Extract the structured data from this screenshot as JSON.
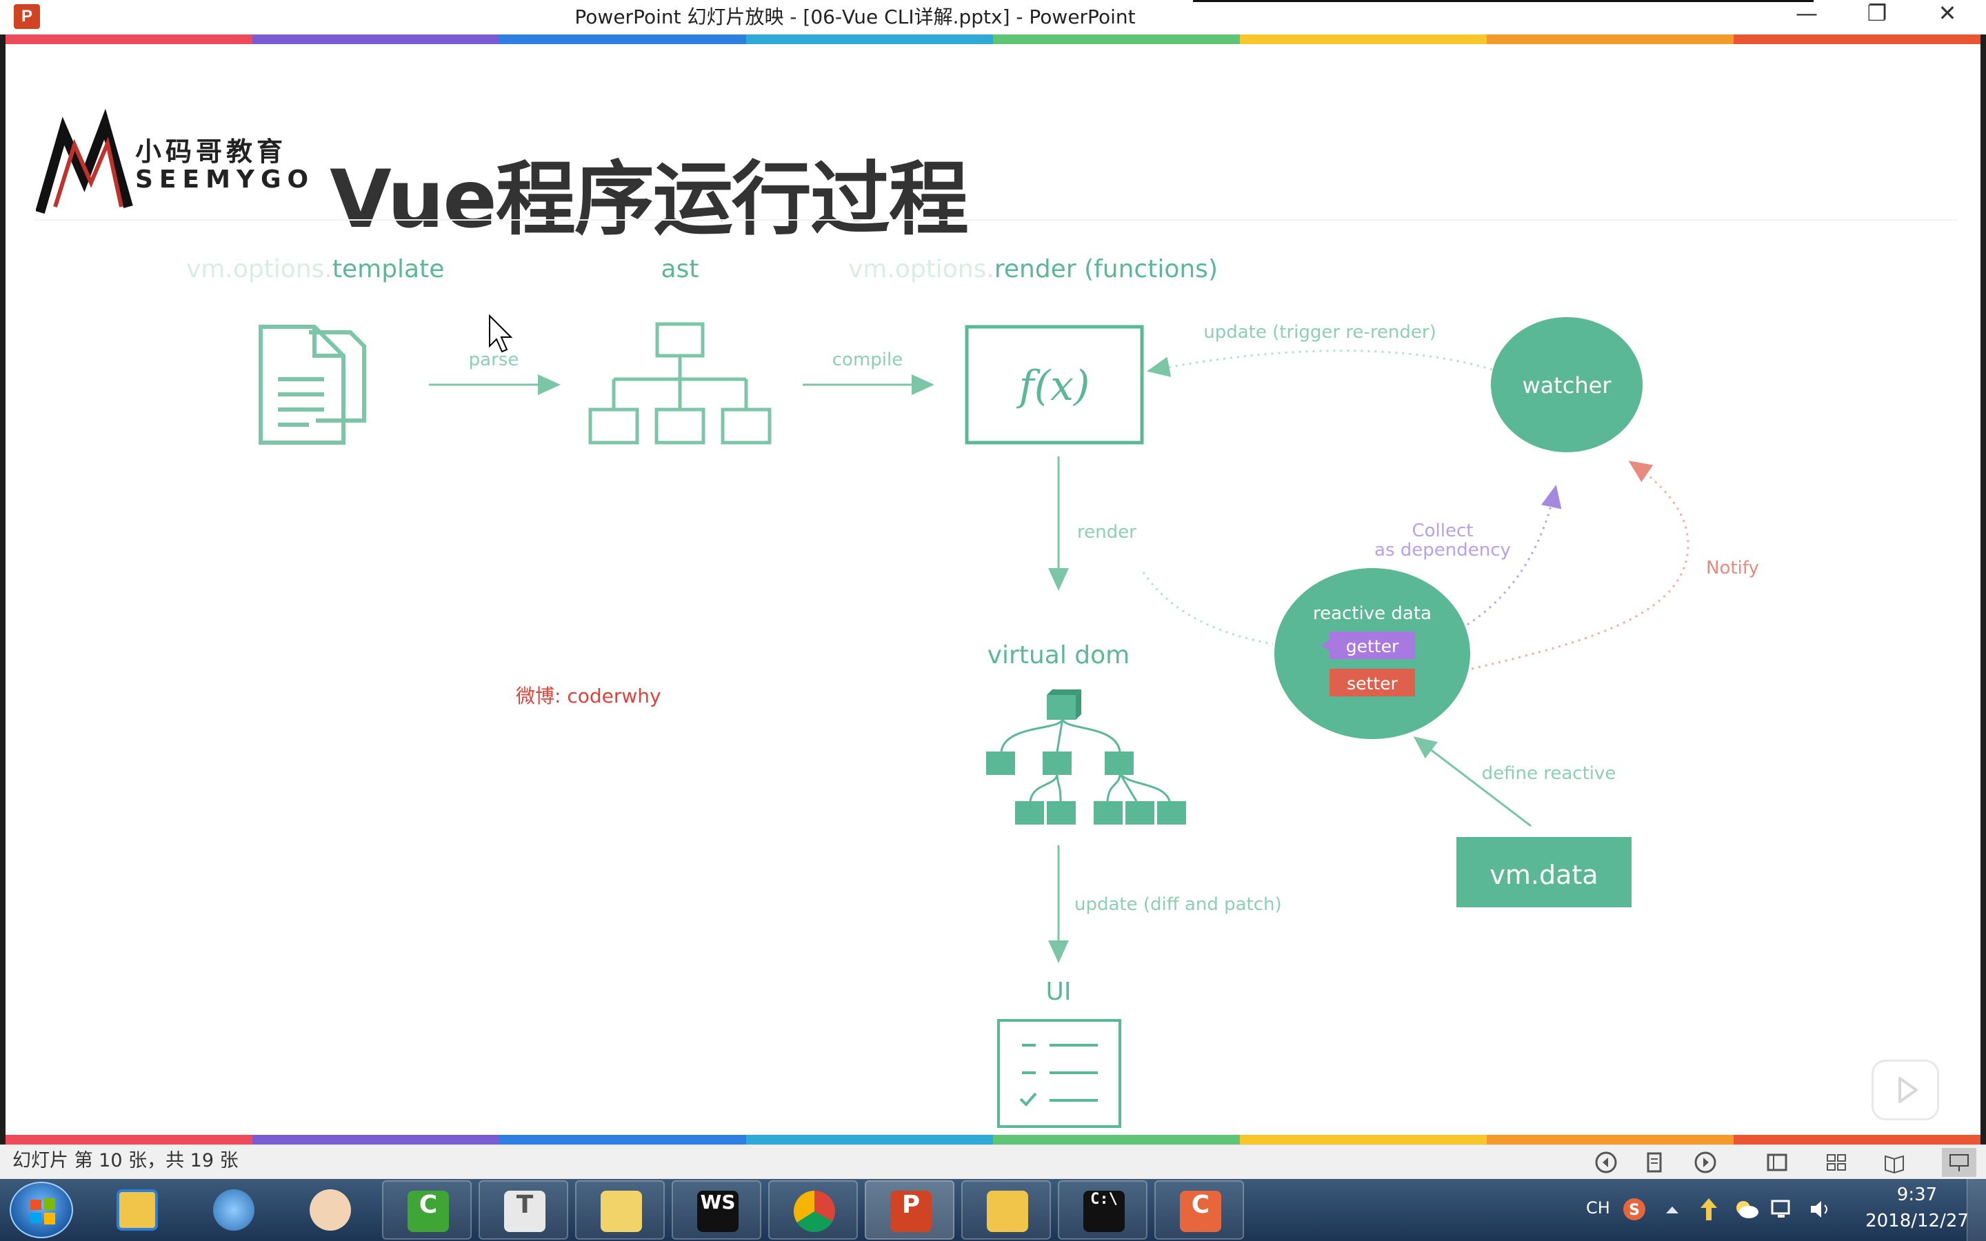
{
  "window": {
    "app_icon": "P",
    "title": "PowerPoint 幻灯片放映 - [06-Vue CLI详解.pptx] - PowerPoint",
    "minimize": "—",
    "restore": "❐",
    "close": "✕"
  },
  "slide": {
    "logo_cn": "小码哥教育",
    "logo_en": "SEEMYGO",
    "title": "Vue程序运行过程",
    "weibo": "微博: coderwhy"
  },
  "diagram": {
    "template_prefix": "vm.options.",
    "template_label": "template",
    "ast_label": "ast",
    "render_prefix": "vm.options.",
    "render_label": "render (functions)",
    "parse_label": "parse",
    "compile_label": "compile",
    "fx_label": "f(x)",
    "update_trigger_label": "update (trigger re-render)",
    "watcher_label": "watcher",
    "collect_label_1": "Collect",
    "collect_label_2": "as dependency",
    "notify_label": "Notify",
    "render_arrow_label": "render",
    "reactive_label": "reactive data",
    "getter_label": "getter",
    "setter_label": "setter",
    "vdom_label": "virtual dom",
    "define_reactive_label": "define reactive",
    "vm_data_label": "vm.data",
    "update_patch_label": "update (diff and patch)",
    "ui_label": "UI"
  },
  "colors": {
    "accent_green": "#5ab896",
    "light_green": "#9fd3be",
    "purple": "#a389e0",
    "notify_red": "#e88a7d",
    "setter_red": "#e0604e",
    "getter_purple": "#a879e0",
    "rainbow": [
      "#ee4b5a",
      "#7a5cd2",
      "#2f7fe0",
      "#2fa9d5",
      "#5fc476",
      "#f6c62b",
      "#f49a2b",
      "#ea5632"
    ]
  },
  "statusbar": {
    "slide_counter": "幻灯片 第 10 张，共 19 张"
  },
  "taskbar": {
    "items": [
      {
        "icon": "folder-notes-icon",
        "glyph": ""
      },
      {
        "icon": "browser-icon",
        "glyph": ""
      },
      {
        "icon": "avatar-app-icon",
        "glyph": ""
      },
      {
        "icon": "camtasia-icon",
        "glyph": "C"
      },
      {
        "icon": "typora-icon",
        "glyph": "T"
      },
      {
        "icon": "notepad-icon",
        "glyph": ""
      },
      {
        "icon": "webstorm-icon",
        "glyph": "WS"
      },
      {
        "icon": "chrome-icon",
        "glyph": ""
      },
      {
        "icon": "powerpoint-icon",
        "glyph": "P"
      },
      {
        "icon": "file-explorer-icon",
        "glyph": ""
      },
      {
        "icon": "cmd-icon",
        "glyph": "C:\\"
      },
      {
        "icon": "camtasia-recorder-icon",
        "glyph": "C"
      }
    ],
    "ime": "CH",
    "time": "9:37",
    "date": "2018/12/27"
  }
}
